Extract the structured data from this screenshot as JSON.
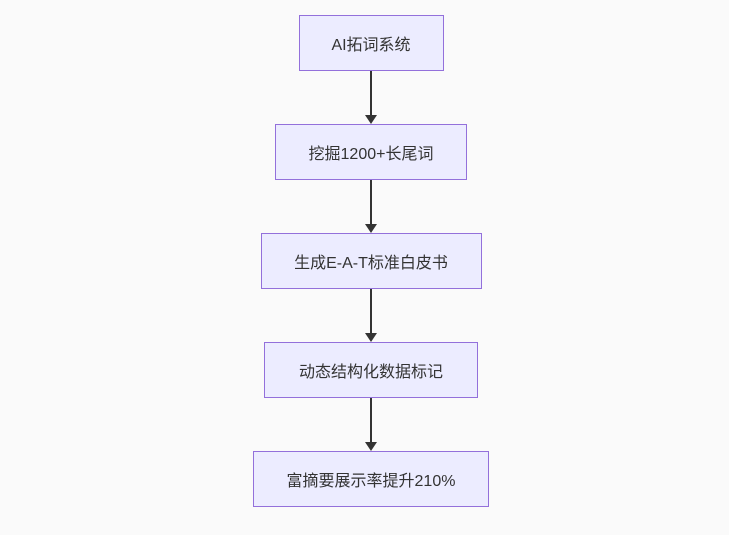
{
  "flowchart": {
    "type": "flowchart-vertical",
    "nodes": [
      {
        "label": "AI拓词系统"
      },
      {
        "label": "挖掘1200+长尾词"
      },
      {
        "label": "生成E-A-T标准白皮书"
      },
      {
        "label": "动态结构化数据标记"
      },
      {
        "label": "富摘要展示率提升210%"
      }
    ],
    "edges": [
      {
        "from": 0,
        "to": 1
      },
      {
        "from": 1,
        "to": 2
      },
      {
        "from": 2,
        "to": 3
      },
      {
        "from": 3,
        "to": 4
      }
    ],
    "colors": {
      "background": "#fafafa",
      "node_fill": "#ececff",
      "node_border": "#9370db",
      "node_text": "#333333",
      "arrow": "#333333"
    }
  }
}
